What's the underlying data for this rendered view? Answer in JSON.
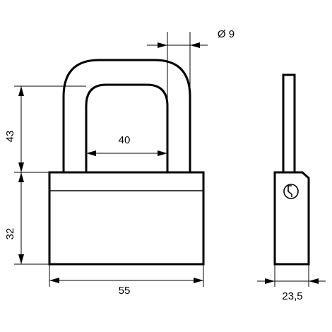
{
  "front_view": {
    "shackle_height": "43",
    "shackle_inner_width": "40",
    "body_height": "32",
    "body_width": "55",
    "shackle_diameter": "Ø 9"
  },
  "side_view": {
    "depth": "23,5"
  },
  "colors": {
    "line": "#000000",
    "background": "#ffffff"
  }
}
